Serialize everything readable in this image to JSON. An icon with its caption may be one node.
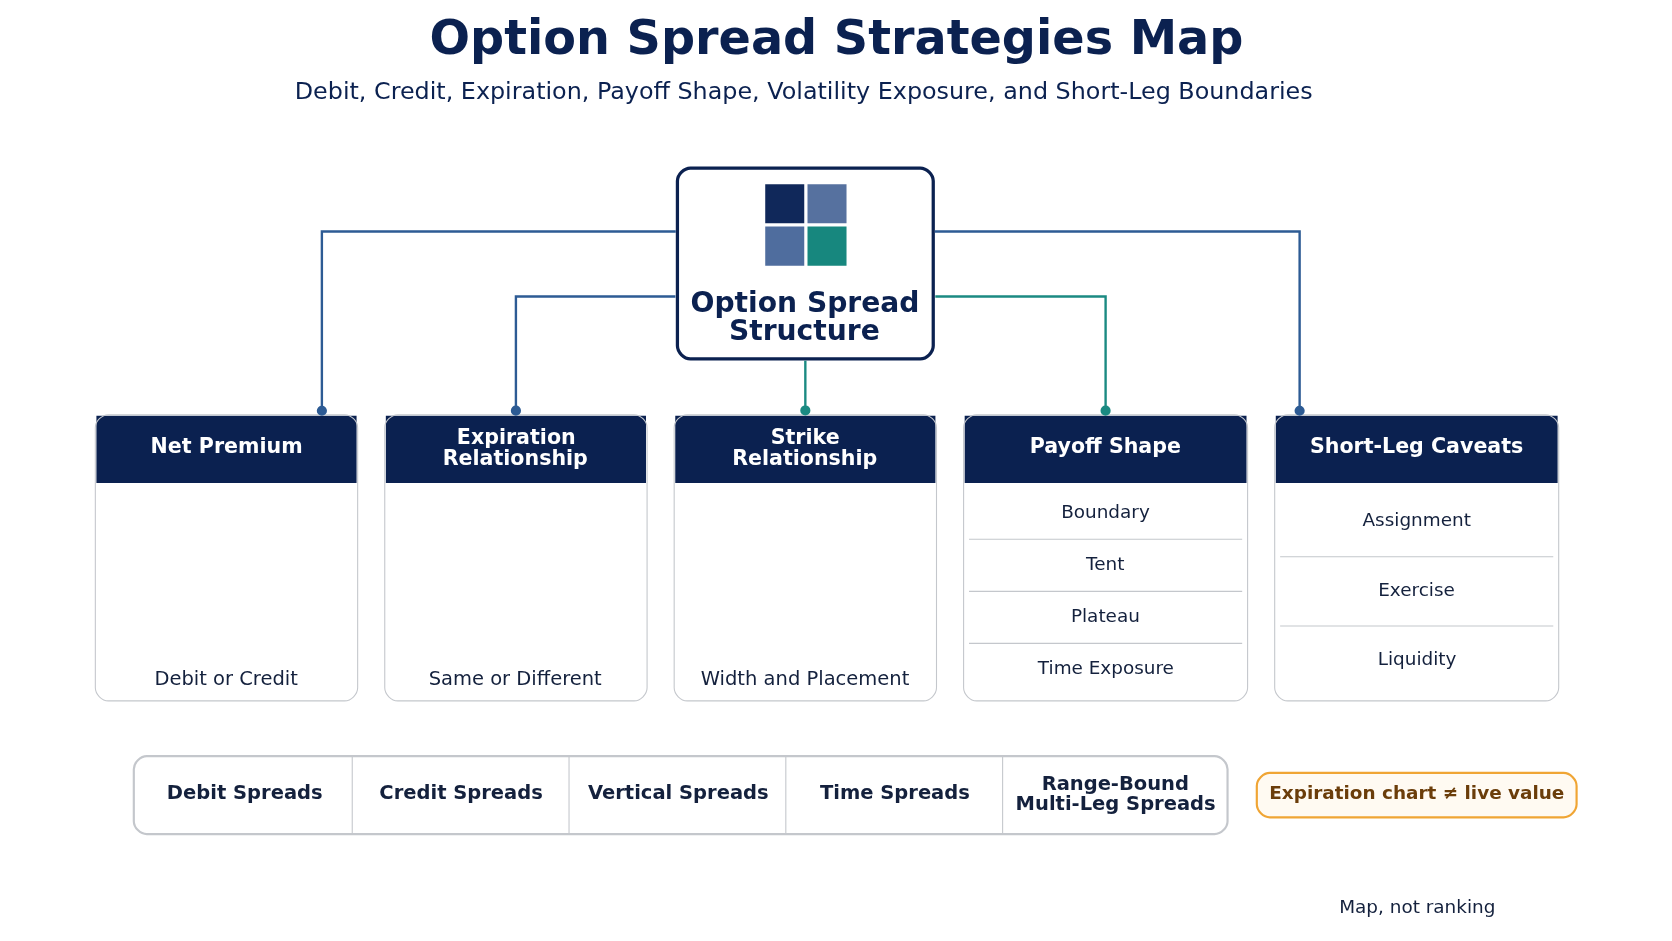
{
  "diagram": {
    "title": "Option Spread Strategies Map",
    "nodes": [
      {
        "text": [
          "Option Spread Structure"
        ]
      },
      {
        "text": [
          "Net Premium",
          "Debit or Credit"
        ]
      },
      {
        "text": [
          "Expiration Relationship",
          "Same or Different"
        ]
      },
      {
        "text": [
          "Strike Relationship",
          "Width and Placement"
        ]
      },
      {
        "text": [
          "Payoff Shape",
          "Boundary",
          "Tent",
          "Plateau",
          "Time Exposure"
        ]
      },
      {
        "text": [
          "Short-Leg Caveats",
          "Assignment",
          "Exercise",
          "Liquidity"
        ]
      },
      {
        "text": [
          "Debit Spreads",
          "Credit Spreads",
          "Vertical Spreads",
          "Time Spreads",
          "Range-Bound Multi-Leg Spreads"
        ]
      },
      {
        "text": [
          "Expiration chart ≠ live value"
        ]
      }
    ],
    "edges": [
      {
        "from": 0,
        "to": 1,
        "arrow": "other"
      },
      {
        "from": 0,
        "to": 2,
        "arrow": "other"
      },
      {
        "from": 0,
        "to": 3,
        "arrow": "other",
        "color": "#1b8a82"
      },
      {
        "from": 0,
        "to": 4,
        "arrow": "other",
        "color": "#1b8a82"
      },
      {
        "from": 0,
        "to": 5,
        "arrow": "other"
      }
    ],
    "labels": [
      "Debit, Credit, Expiration, Payoff Shape, Volatility Exposure, and Short-Leg Boundaries",
      "Map, not ranking"
    ]
  }
}
